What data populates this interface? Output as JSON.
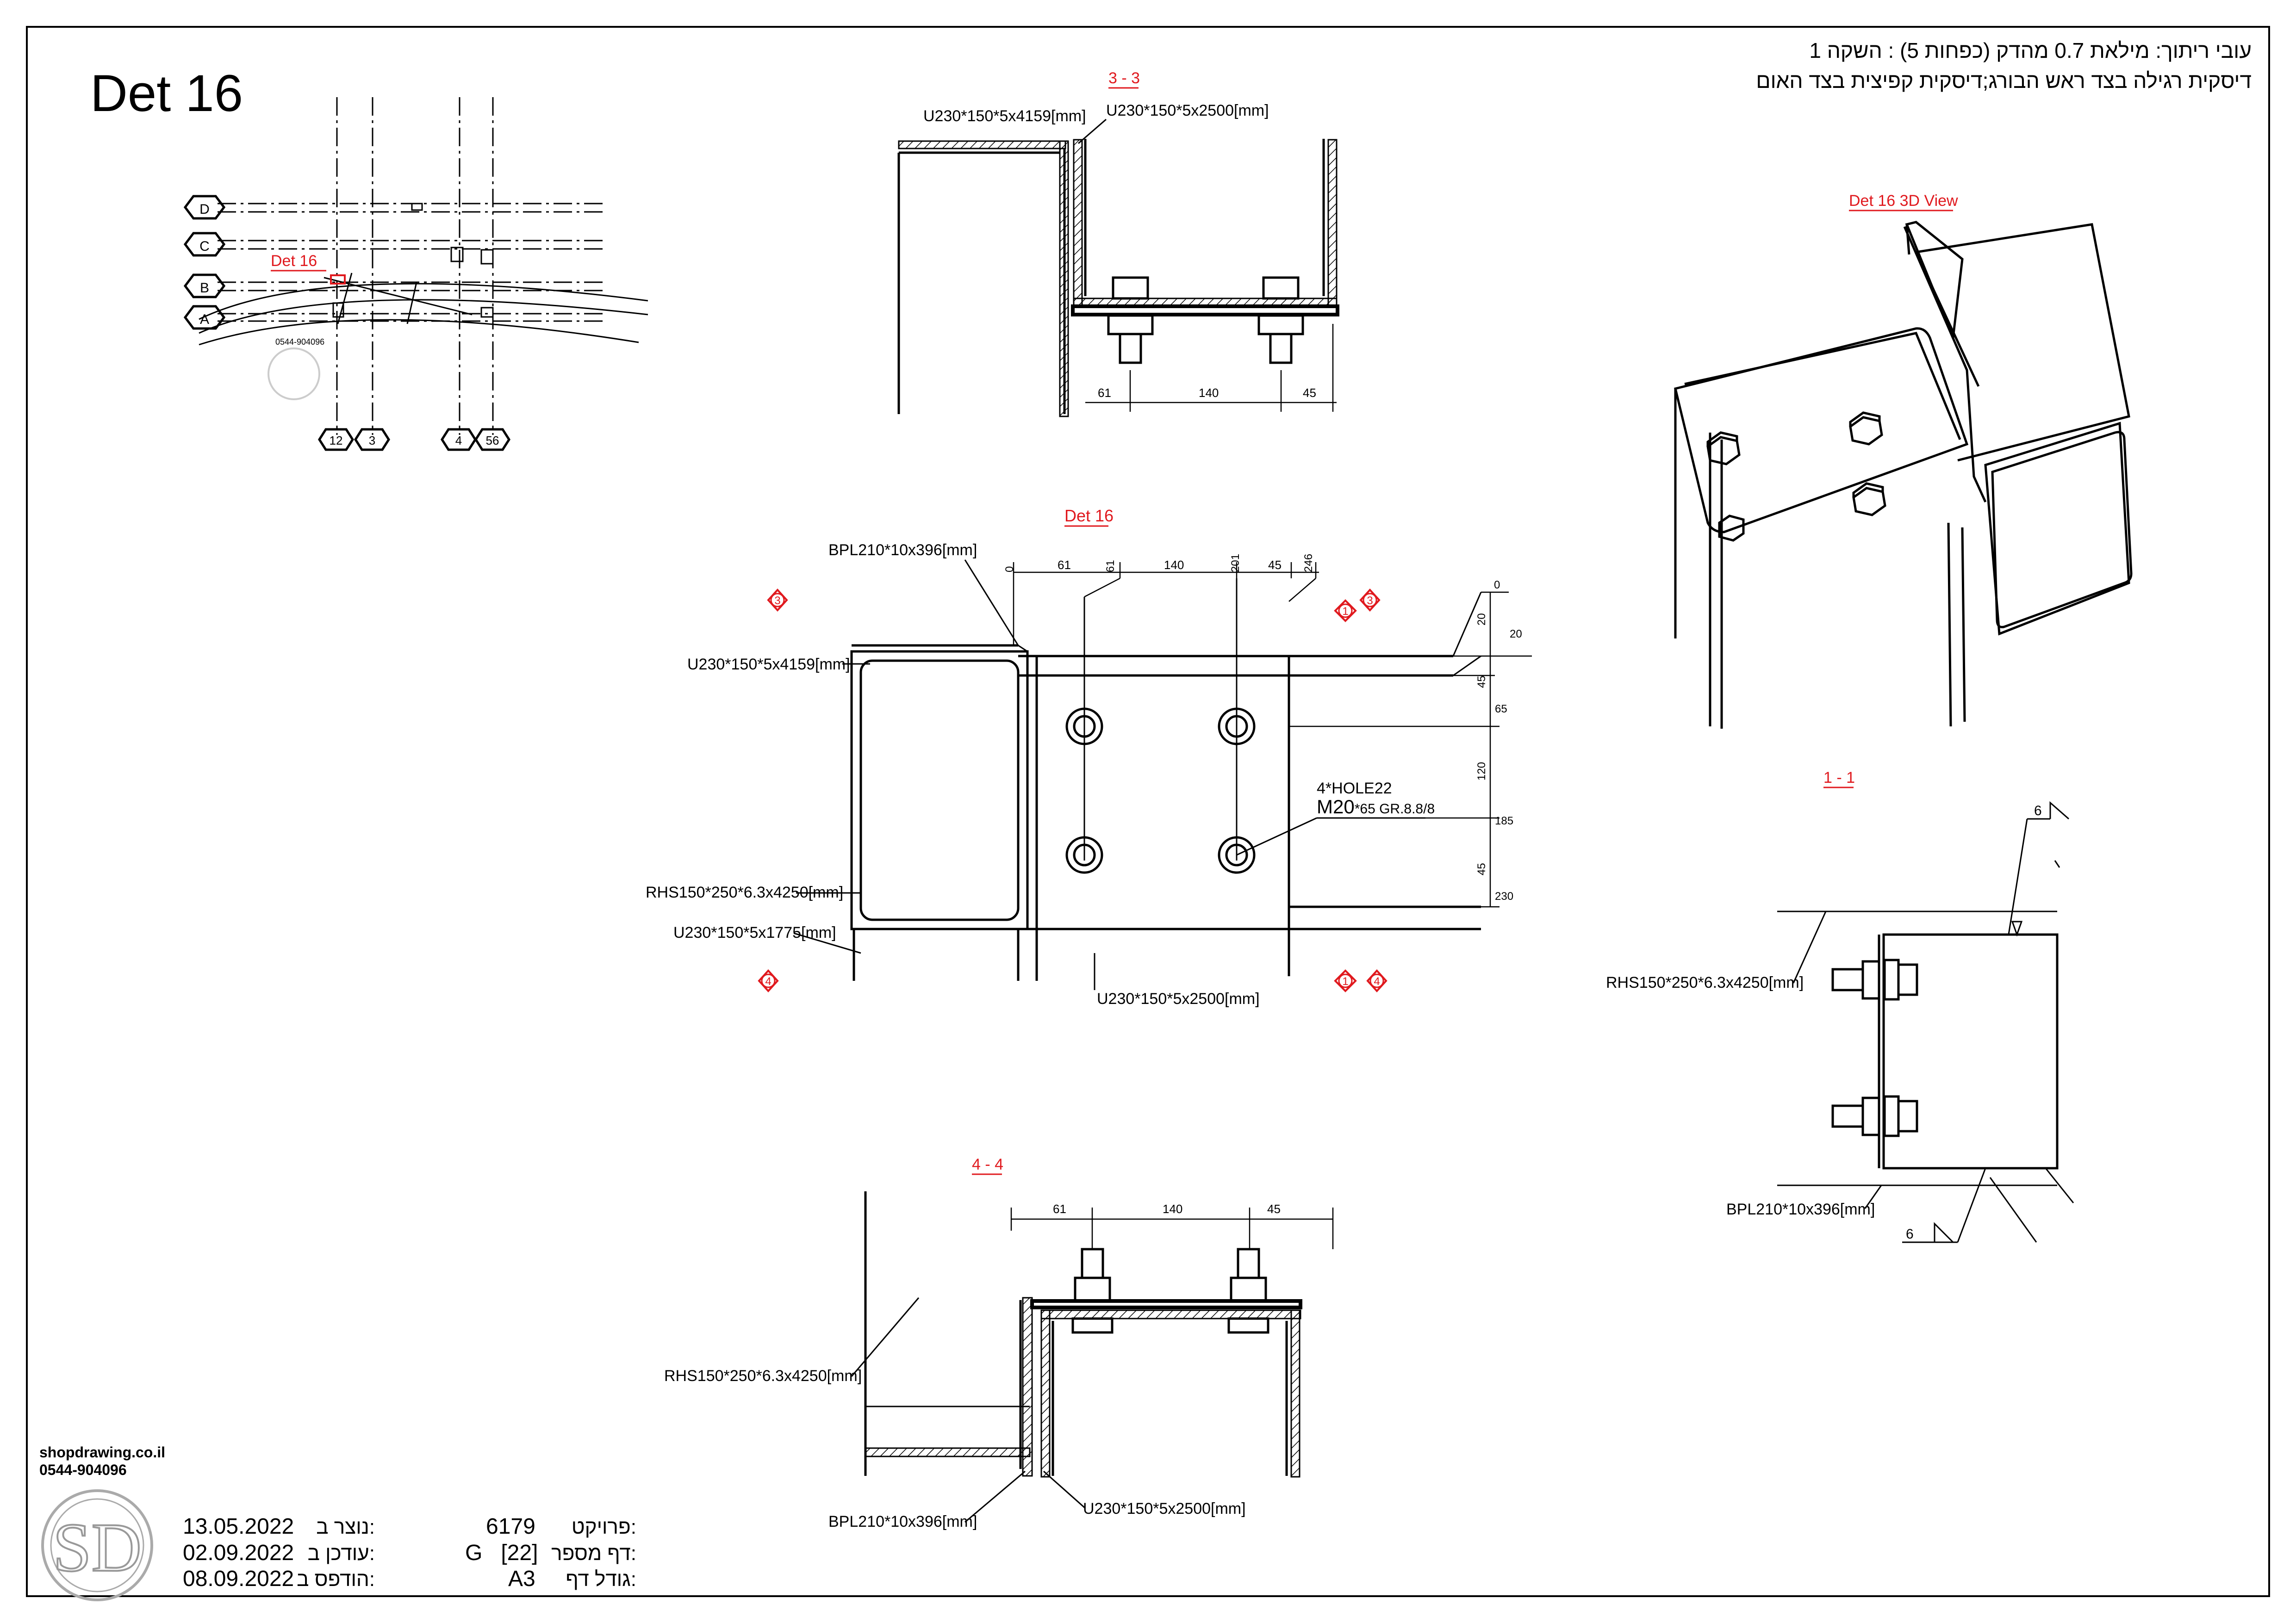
{
  "sheet": {
    "title": "Det 16",
    "header_hebrew_line1": "עובי ריתוך: מילאת 0.7 מהדק (כפחות 5) : השקה 1",
    "header_hebrew_line2": "דיסקית רגילה בצד ראש הבורג;דיסקית קפיצית בצד האום",
    "logo_site": "shopdrawing.co.il",
    "logo_phone": "0544-904096",
    "logo_mark": "SD"
  },
  "key_plan": {
    "callout": "Det 16",
    "grid_rows": [
      "D",
      "C",
      "B",
      "A"
    ],
    "grid_cols": [
      "12",
      "3",
      "4",
      "56"
    ]
  },
  "section_33": {
    "title": "3 - 3",
    "label_left": "U230*150*5x4159[mm]",
    "label_right": "U230*150*5x2500[mm]",
    "dims": [
      "61",
      "140",
      "45"
    ]
  },
  "det16_view": {
    "title": "Det 16",
    "label_bpl": "BPL210*10x396[mm]",
    "label_u_top": "U230*150*5x4159[mm]",
    "label_rhs": "RHS150*250*6.3x4250[mm]",
    "label_u_bottom_left": "U230*150*5x1775[mm]",
    "label_u_bottom": "U230*150*5x2500[mm]",
    "hole_note": "4*HOLE22",
    "bolt_main": "M20",
    "bolt_spec": "*65 GR.8.8/8",
    "top_dims": [
      "0",
      "61",
      "61",
      "140",
      "201",
      "45",
      "246"
    ],
    "right_dims": [
      "0",
      "20",
      "20",
      "45",
      "65",
      "120",
      "185",
      "45",
      "230"
    ],
    "section_marks": [
      "3",
      "1",
      "3",
      "4",
      "1",
      "4"
    ]
  },
  "view_3d": {
    "title": "Det 16 3D View"
  },
  "section_11": {
    "title": "1 - 1",
    "label_rhs": "RHS150*250*6.3x4250[mm]",
    "label_bpl": "BPL210*10x396[mm]",
    "weld_top": "6",
    "weld_bottom": "6"
  },
  "section_44": {
    "title": "4 - 4",
    "label_rhs": "RHS150*250*6.3x4250[mm]",
    "label_bpl": "BPL210*10x396[mm]",
    "label_u": "U230*150*5x2500[mm]",
    "dims": [
      "61",
      "140",
      "45"
    ]
  },
  "title_block": {
    "created_label": "נוצר ב:",
    "created_date": "13.05.2022",
    "updated_label": "עודכן ב:",
    "updated_date": "02.09.2022",
    "printed_label": "הודפס ב:",
    "printed_date": "08.09.2022",
    "project_label": "פרויקט:",
    "project_value": "6179",
    "page_label": "דף מספר:",
    "page_value": "G   [22]",
    "size_label": "גודל דף:",
    "size_value": "A3"
  },
  "colors": {
    "accent_red": "#e0191e",
    "line": "#000000"
  }
}
